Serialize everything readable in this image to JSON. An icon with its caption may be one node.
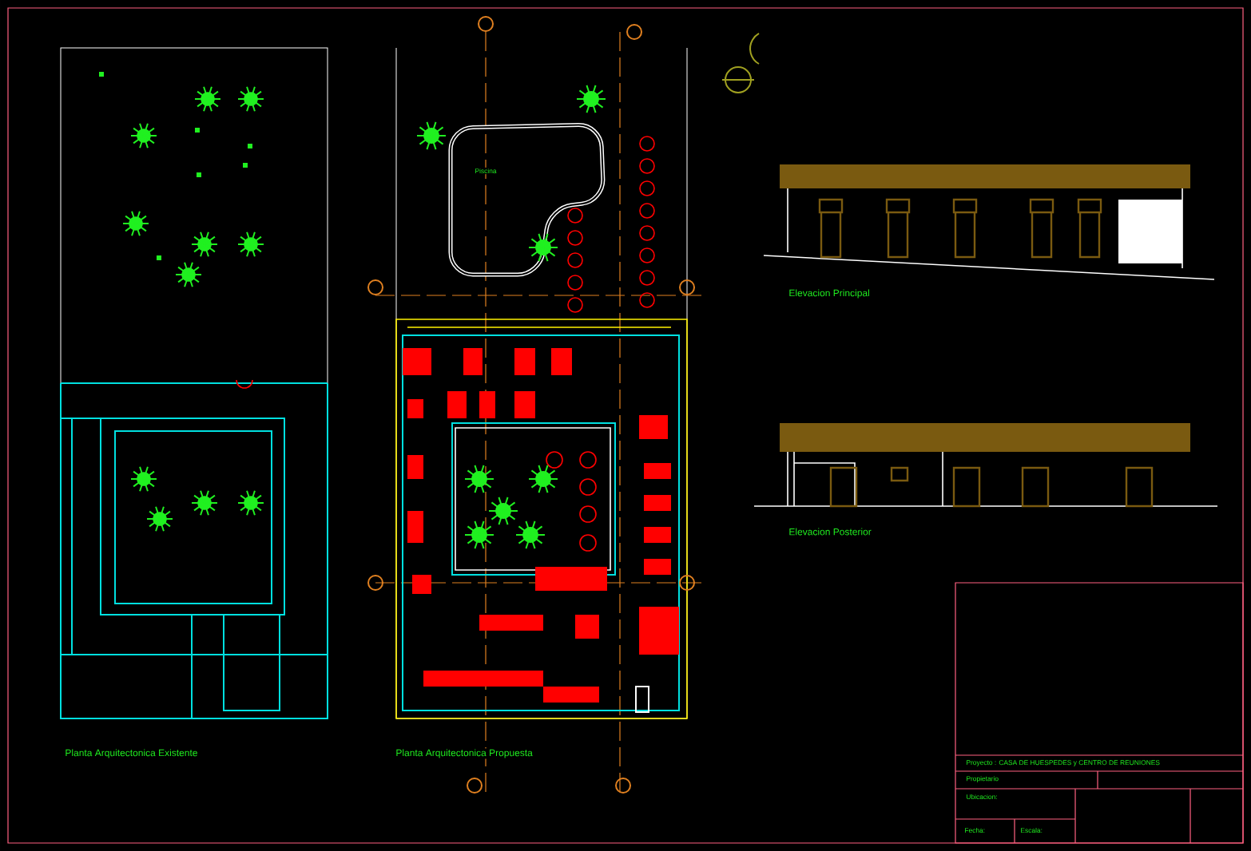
{
  "diagram": {
    "labels": [
      "Piscina",
      "Elevacion Principal",
      "Elevacion Posterior",
      "Planta Arquitectonica Existente",
      "Planta Arquitectonica Propuesta",
      "Proyecto : CASA DE HUESPEDES y CENTRO DE REUNIONES",
      "Propietario",
      "Ubicacion:",
      "Fecha:",
      "Escala:"
    ]
  }
}
